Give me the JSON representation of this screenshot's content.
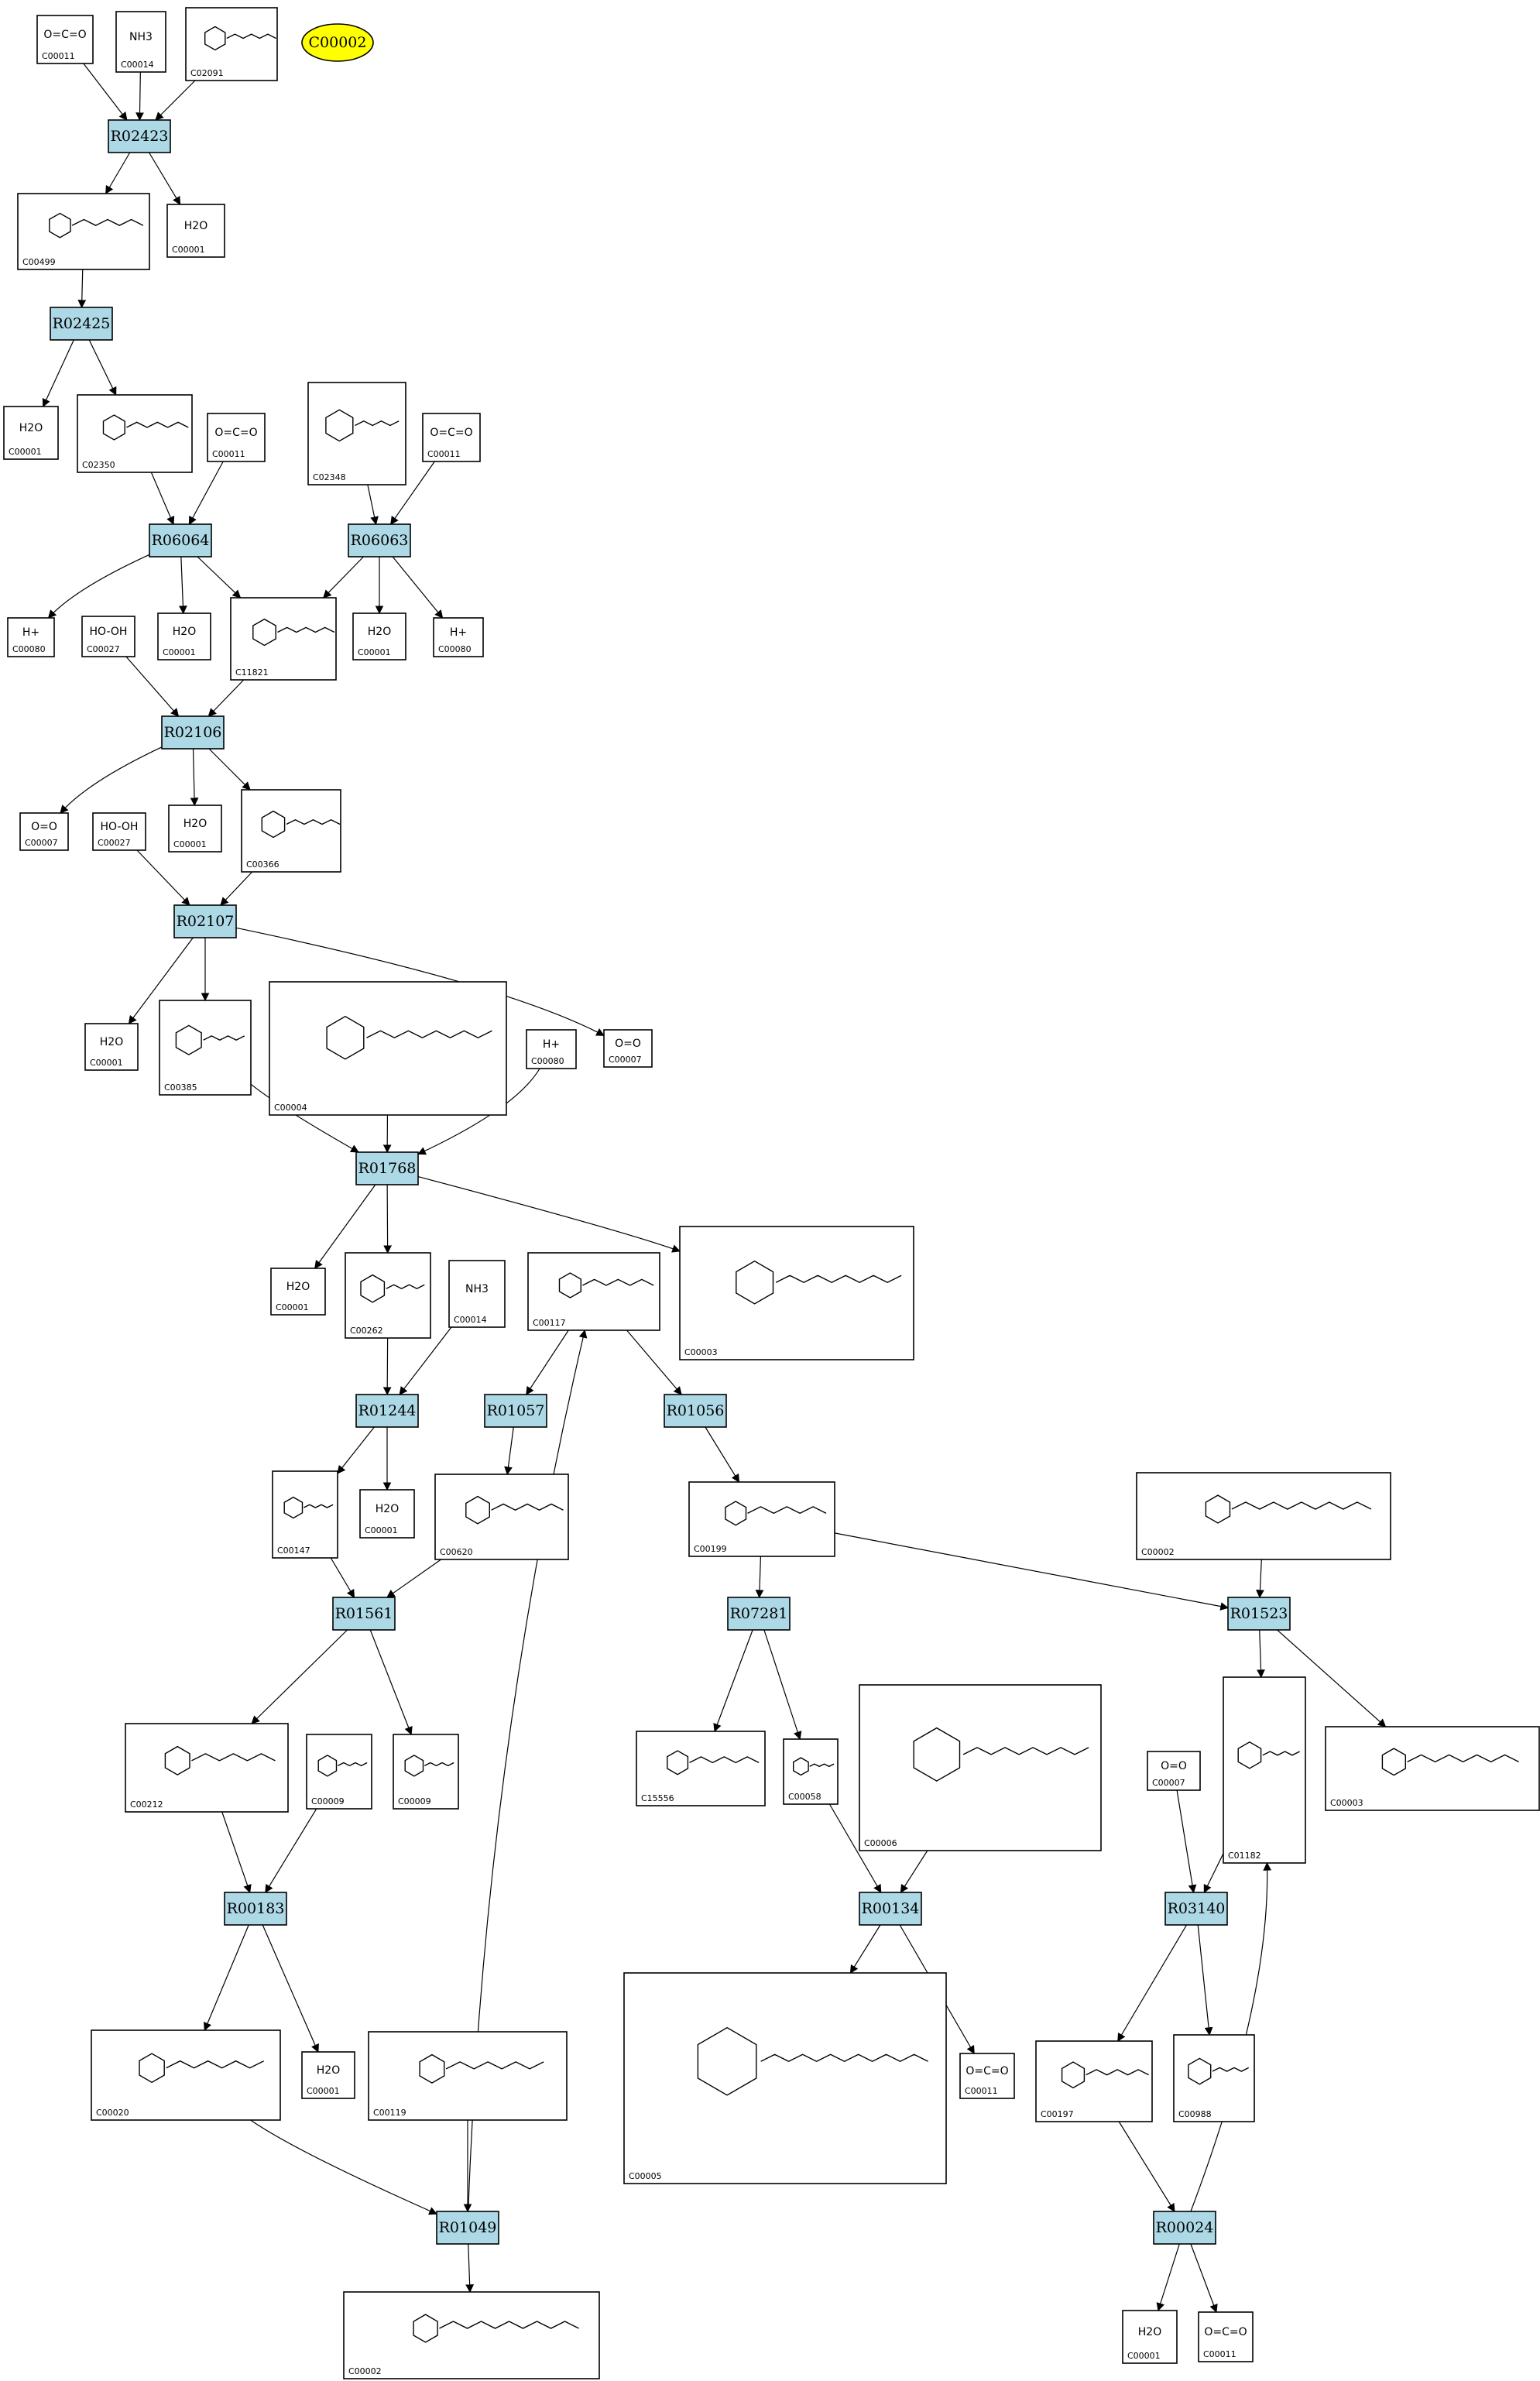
{
  "highlight": {
    "id": "C00002"
  },
  "reactions": [
    {
      "id": "R02423"
    },
    {
      "id": "R02425"
    },
    {
      "id": "R06064"
    },
    {
      "id": "R06063"
    },
    {
      "id": "R02106"
    },
    {
      "id": "R02107"
    },
    {
      "id": "R01768"
    },
    {
      "id": "R01244"
    },
    {
      "id": "R01057"
    },
    {
      "id": "R01056"
    },
    {
      "id": "R01561"
    },
    {
      "id": "R07281"
    },
    {
      "id": "R01523"
    },
    {
      "id": "R00183"
    },
    {
      "id": "R00134"
    },
    {
      "id": "R03140"
    },
    {
      "id": "R01049"
    },
    {
      "id": "R00024"
    }
  ],
  "compounds": [
    {
      "id": "C00011",
      "formula": "O=C=O"
    },
    {
      "id": "C00014",
      "formula": "NH3"
    },
    {
      "id": "C02091",
      "formula": ""
    },
    {
      "id": "C00499",
      "formula": ""
    },
    {
      "id": "C00001",
      "formula": "H2O"
    },
    {
      "id": "C02350",
      "formula": ""
    },
    {
      "id": "C02348",
      "formula": ""
    },
    {
      "id": "C00080",
      "formula": "H+"
    },
    {
      "id": "C00027",
      "formula": "HO-OH"
    },
    {
      "id": "C11821",
      "formula": ""
    },
    {
      "id": "C00007",
      "formula": "O=O"
    },
    {
      "id": "C00366",
      "formula": ""
    },
    {
      "id": "C00385",
      "formula": ""
    },
    {
      "id": "C00004",
      "formula": ""
    },
    {
      "id": "C00262",
      "formula": ""
    },
    {
      "id": "C00117",
      "formula": ""
    },
    {
      "id": "C00003",
      "formula": ""
    },
    {
      "id": "C00147",
      "formula": ""
    },
    {
      "id": "C00620",
      "formula": ""
    },
    {
      "id": "C00199",
      "formula": ""
    },
    {
      "id": "C00002",
      "formula": ""
    },
    {
      "id": "C00212",
      "formula": ""
    },
    {
      "id": "C00009",
      "formula": ""
    },
    {
      "id": "C15556",
      "formula": ""
    },
    {
      "id": "C00058",
      "formula": ""
    },
    {
      "id": "C00006",
      "formula": ""
    },
    {
      "id": "C01182",
      "formula": ""
    },
    {
      "id": "C00020",
      "formula": ""
    },
    {
      "id": "C00119",
      "formula": ""
    },
    {
      "id": "C00005",
      "formula": ""
    },
    {
      "id": "C00197",
      "formula": ""
    },
    {
      "id": "C00988",
      "formula": ""
    }
  ]
}
